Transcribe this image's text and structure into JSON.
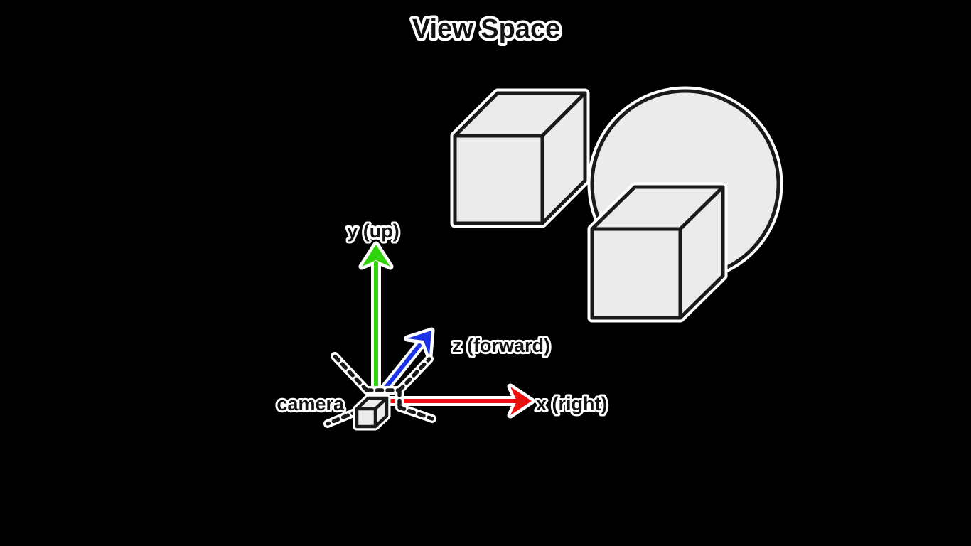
{
  "title": "View Space",
  "background": "#000000",
  "axes": {
    "x": {
      "label": "x (right)",
      "color": "#ee1010"
    },
    "y": {
      "label": "y (up)",
      "color": "#2fd40a"
    },
    "z": {
      "label": "z (forward)",
      "color": "#1a33e8"
    }
  },
  "camera": {
    "label": "camera"
  },
  "scene": {
    "objects": [
      {
        "name": "cube-back-left",
        "shape": "cube"
      },
      {
        "name": "sphere",
        "shape": "sphere"
      },
      {
        "name": "cube-front-right",
        "shape": "cube"
      }
    ],
    "fill": "#ebebeb",
    "stroke": "#1a1a1a",
    "outline": "#ffffff"
  }
}
